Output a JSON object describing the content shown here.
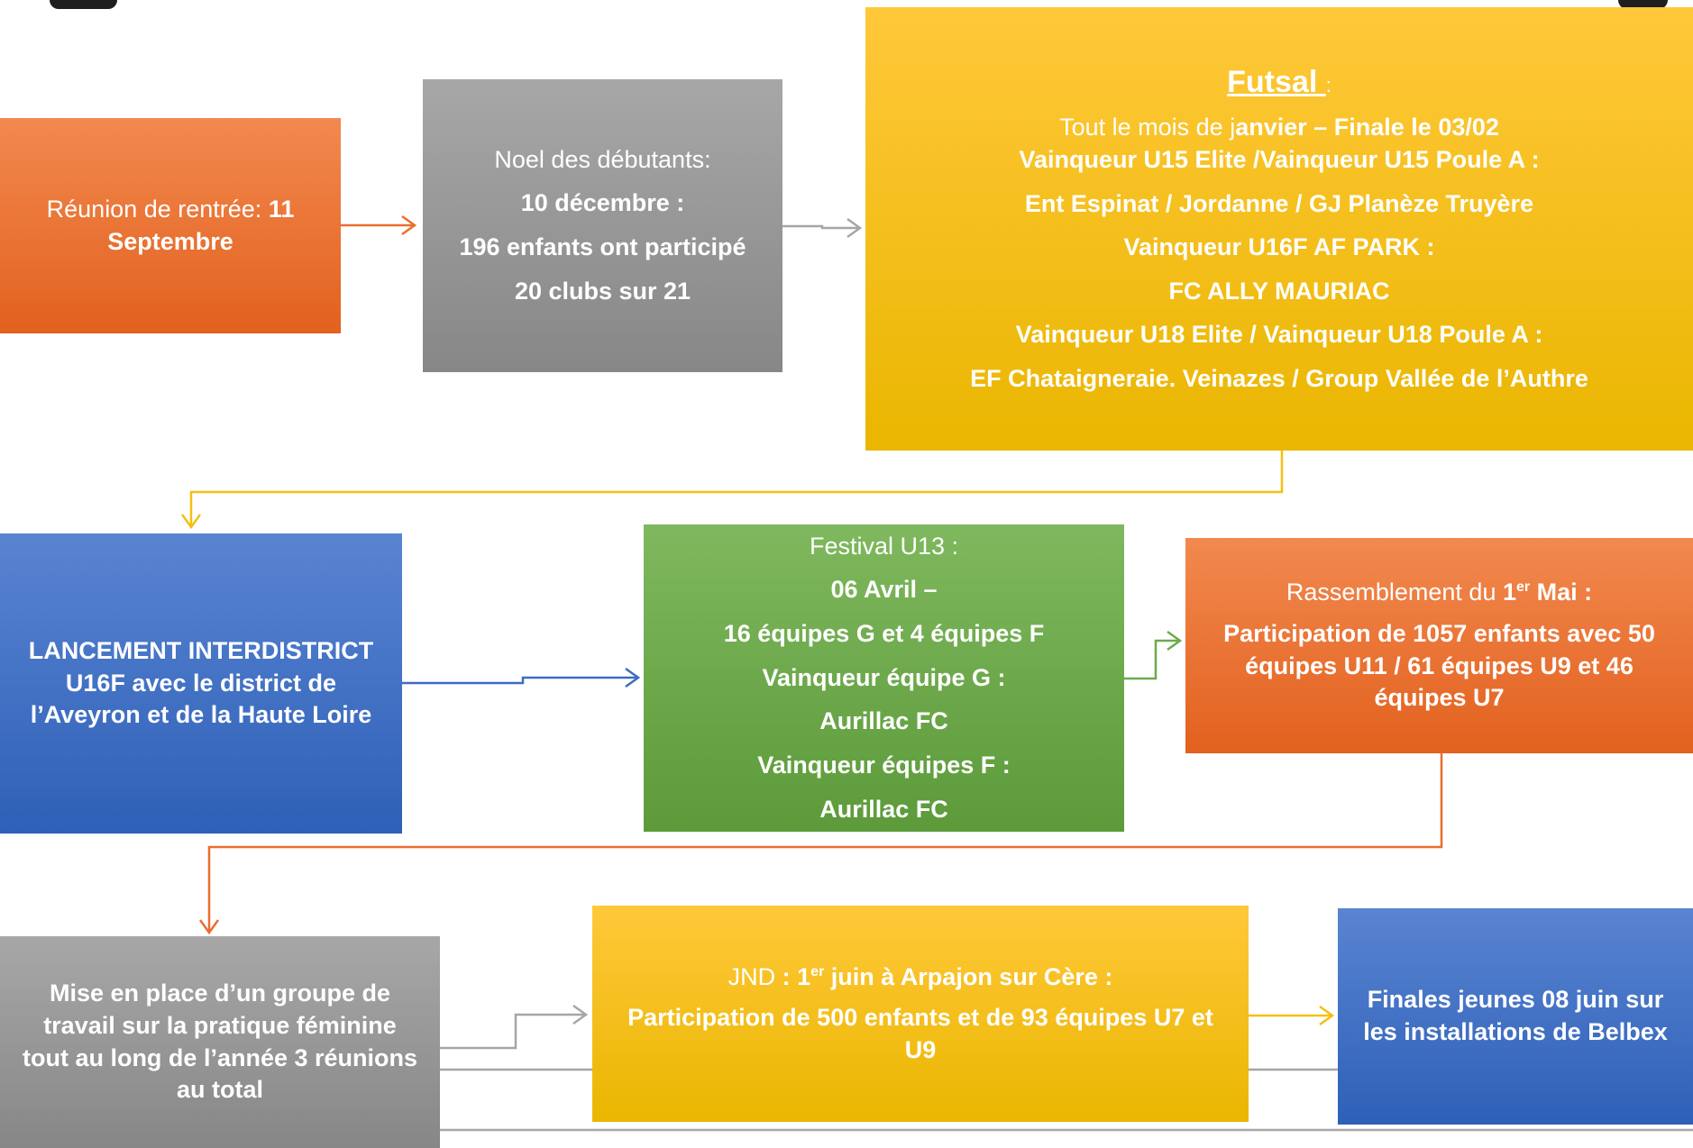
{
  "boxes": {
    "reunion": {
      "prefix": "Réunion de rentrée: ",
      "bold": "11 Septembre"
    },
    "noel": {
      "line1": "Noel des débutants:",
      "line2": "10 décembre :",
      "line3": "196 enfants ont participé",
      "line4": "20 clubs sur 21"
    },
    "futsal": {
      "title": "Futsal ",
      "colon": ":",
      "l1_normal": "Tout le mois de j",
      "l1_bold": "anvier – Finale le 03/02",
      "l2": "Vainqueur U15 Elite /Vainqueur U15 Poule A   :",
      "l3": "Ent Espinat / Jordanne / GJ Planèze Truyère",
      "l4": "Vainqueur U16F AF PARK :",
      "l5": "FC ALLY MAURIAC",
      "l6": "Vainqueur U18 Elite / Vainqueur U18 Poule A :",
      "l7": "EF Chataigneraie. Veinazes / Group Vallée de l’Authre"
    },
    "lancement": {
      "line1": "LANCEMENT INTERDISTRICT",
      "line2": "U16F avec le district de",
      "line3": "l’Aveyron et de la Haute Loire"
    },
    "festival": {
      "line1": "Festival U13 :",
      "line2": "06 Avril –",
      "line3": "16 équipes G et 4 équipes F",
      "line4": "Vainqueur équipe G :",
      "line5": "Aurillac FC",
      "line6": "Vainqueur équipes F :",
      "line7": "Aurillac FC"
    },
    "rassemblement": {
      "prefix": "Rassemblement du ",
      "num": "1",
      "sup": "er",
      "bold": " Mai :",
      "line2": "Participation de 1057 enfants avec 50",
      "line3": "équipes U11 / 61 équipes U9 et 46",
      "line4": "équipes U7"
    },
    "groupe": {
      "line1": "Mise en place d’un groupe de",
      "line2": "travail sur la pratique féminine",
      "line3": "tout au long de l’année 3 réunions",
      "line4": "au total"
    },
    "jnd": {
      "prefix": "JND ",
      "colon": ": ",
      "num": "1",
      "sup": "er",
      "bold": "  juin à Arpajon sur Cère :",
      "line2": "Participation de 500 enfants et de 93 équipes U7 et",
      "line3": "U9"
    },
    "finales": {
      "line1": "Finales jeunes 08 juin sur",
      "line2": "les installations de Belbex"
    }
  },
  "colors": {
    "orange": "#e96e2f",
    "grey": "#999999",
    "gold": "#f5bf12",
    "blue": "#3d6cc2",
    "green": "#6eaa4c",
    "connector_grey": "#a6a6a6"
  }
}
